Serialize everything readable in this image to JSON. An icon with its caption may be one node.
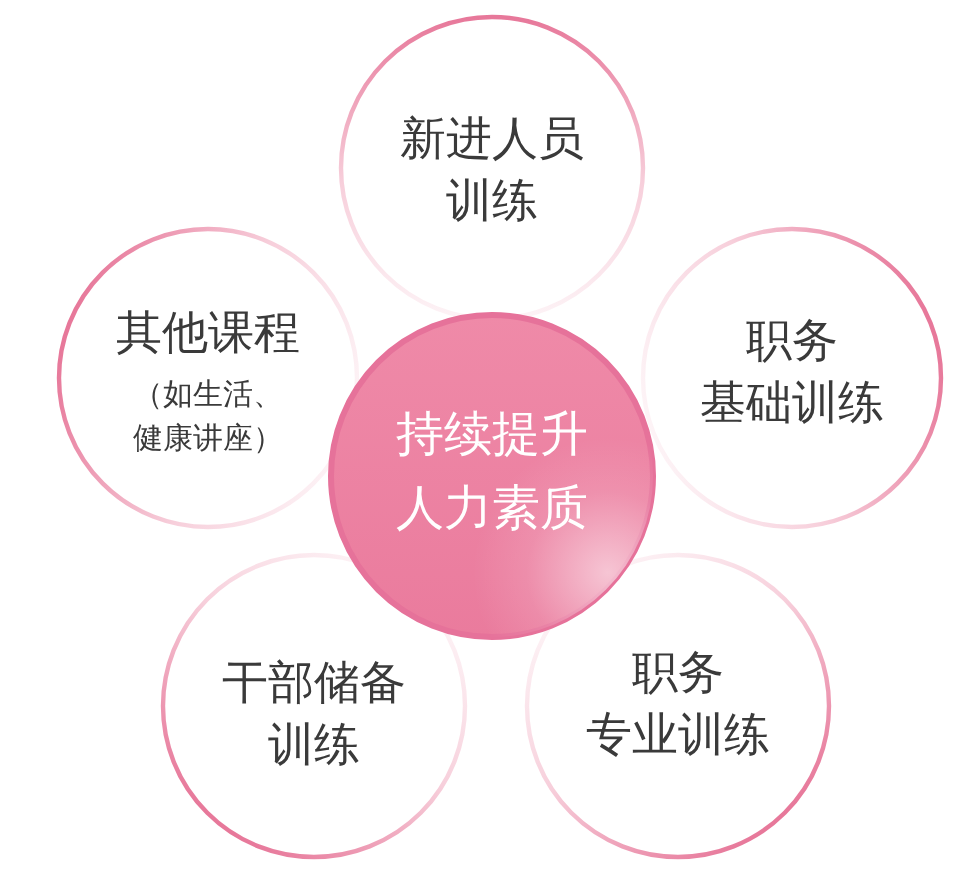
{
  "diagram": {
    "nodes": [
      {
        "text": [
          "新进人员训练"
        ]
      },
      {
        "text": [
          "其他课程",
          "（如生活、健康讲座）"
        ]
      },
      {
        "text": [
          "持续提升人力素质"
        ]
      },
      {
        "text": [
          "职务",
          "基础训练"
        ]
      },
      {
        "text": [
          "干部储备训练"
        ]
      },
      {
        "text": [
          "职务",
          "专业训练"
        ]
      }
    ]
  }
}
